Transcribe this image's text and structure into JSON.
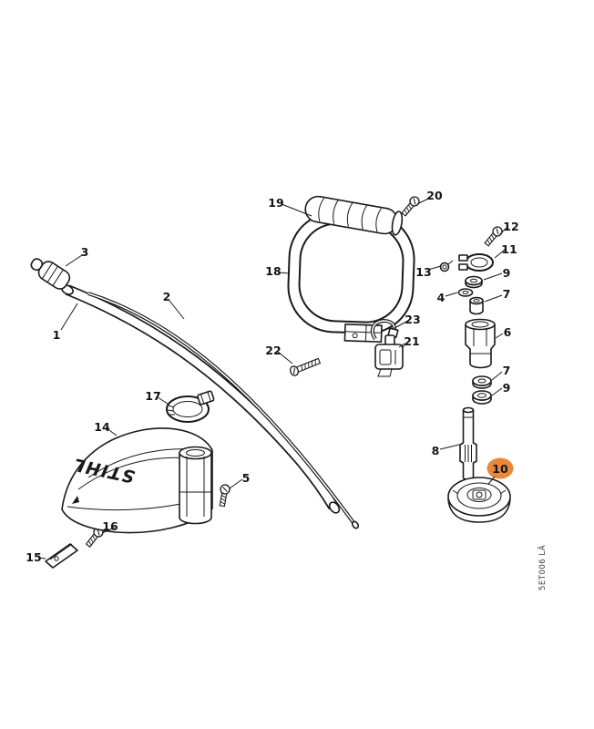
{
  "diagram": {
    "watermark": "5ET006 LÄ",
    "brand_text": "STIHL",
    "highlight_color": "#E8883C",
    "highlighted_part": "10",
    "callouts": {
      "c1": "1",
      "c2": "2",
      "c3": "3",
      "c4": "4",
      "c5": "5",
      "c6": "6",
      "c7a": "7",
      "c7b": "7",
      "c8": "8",
      "c9a": "9",
      "c9b": "9",
      "c10": "10",
      "c11": "11",
      "c12": "12",
      "c13": "13",
      "c14": "14",
      "c15": "15",
      "c16": "16",
      "c17": "17",
      "c18": "18",
      "c19": "19",
      "c20": "20",
      "c21": "21",
      "c22": "22",
      "c23": "23"
    }
  }
}
